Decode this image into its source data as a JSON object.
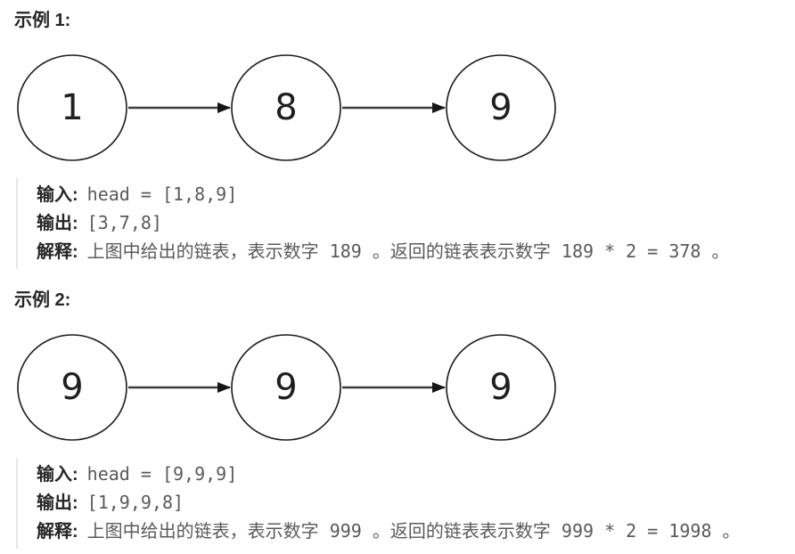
{
  "colors": {
    "background": "#ffffff",
    "heading_text": "#262626",
    "label_text": "#262626",
    "value_text": "#5a5a5a",
    "node_stroke": "#1a1a1a",
    "node_fill": "#ffffff",
    "arrow": "#3c3c3c",
    "block_border": "#e7e7e7"
  },
  "examples": [
    {
      "heading": "示例 1:",
      "nodes": [
        "1",
        "8",
        "9"
      ],
      "lines": [
        {
          "label": "输入:",
          "value": "head = [1,8,9]"
        },
        {
          "label": "输出:",
          "value": "[3,7,8]"
        },
        {
          "label": "解释:",
          "value": "上图中给出的链表，表示数字 189 。返回的链表表示数字 189 * 2 = 378 。"
        }
      ]
    },
    {
      "heading": "示例 2:",
      "nodes": [
        "9",
        "9",
        "9"
      ],
      "lines": [
        {
          "label": "输入:",
          "value": "head = [9,9,9]"
        },
        {
          "label": "输出:",
          "value": "[1,9,9,8]"
        },
        {
          "label": "解释:",
          "value": "上图中给出的链表，表示数字 999 。返回的链表表示数字 999 * 2 = 1998 。"
        }
      ]
    }
  ]
}
